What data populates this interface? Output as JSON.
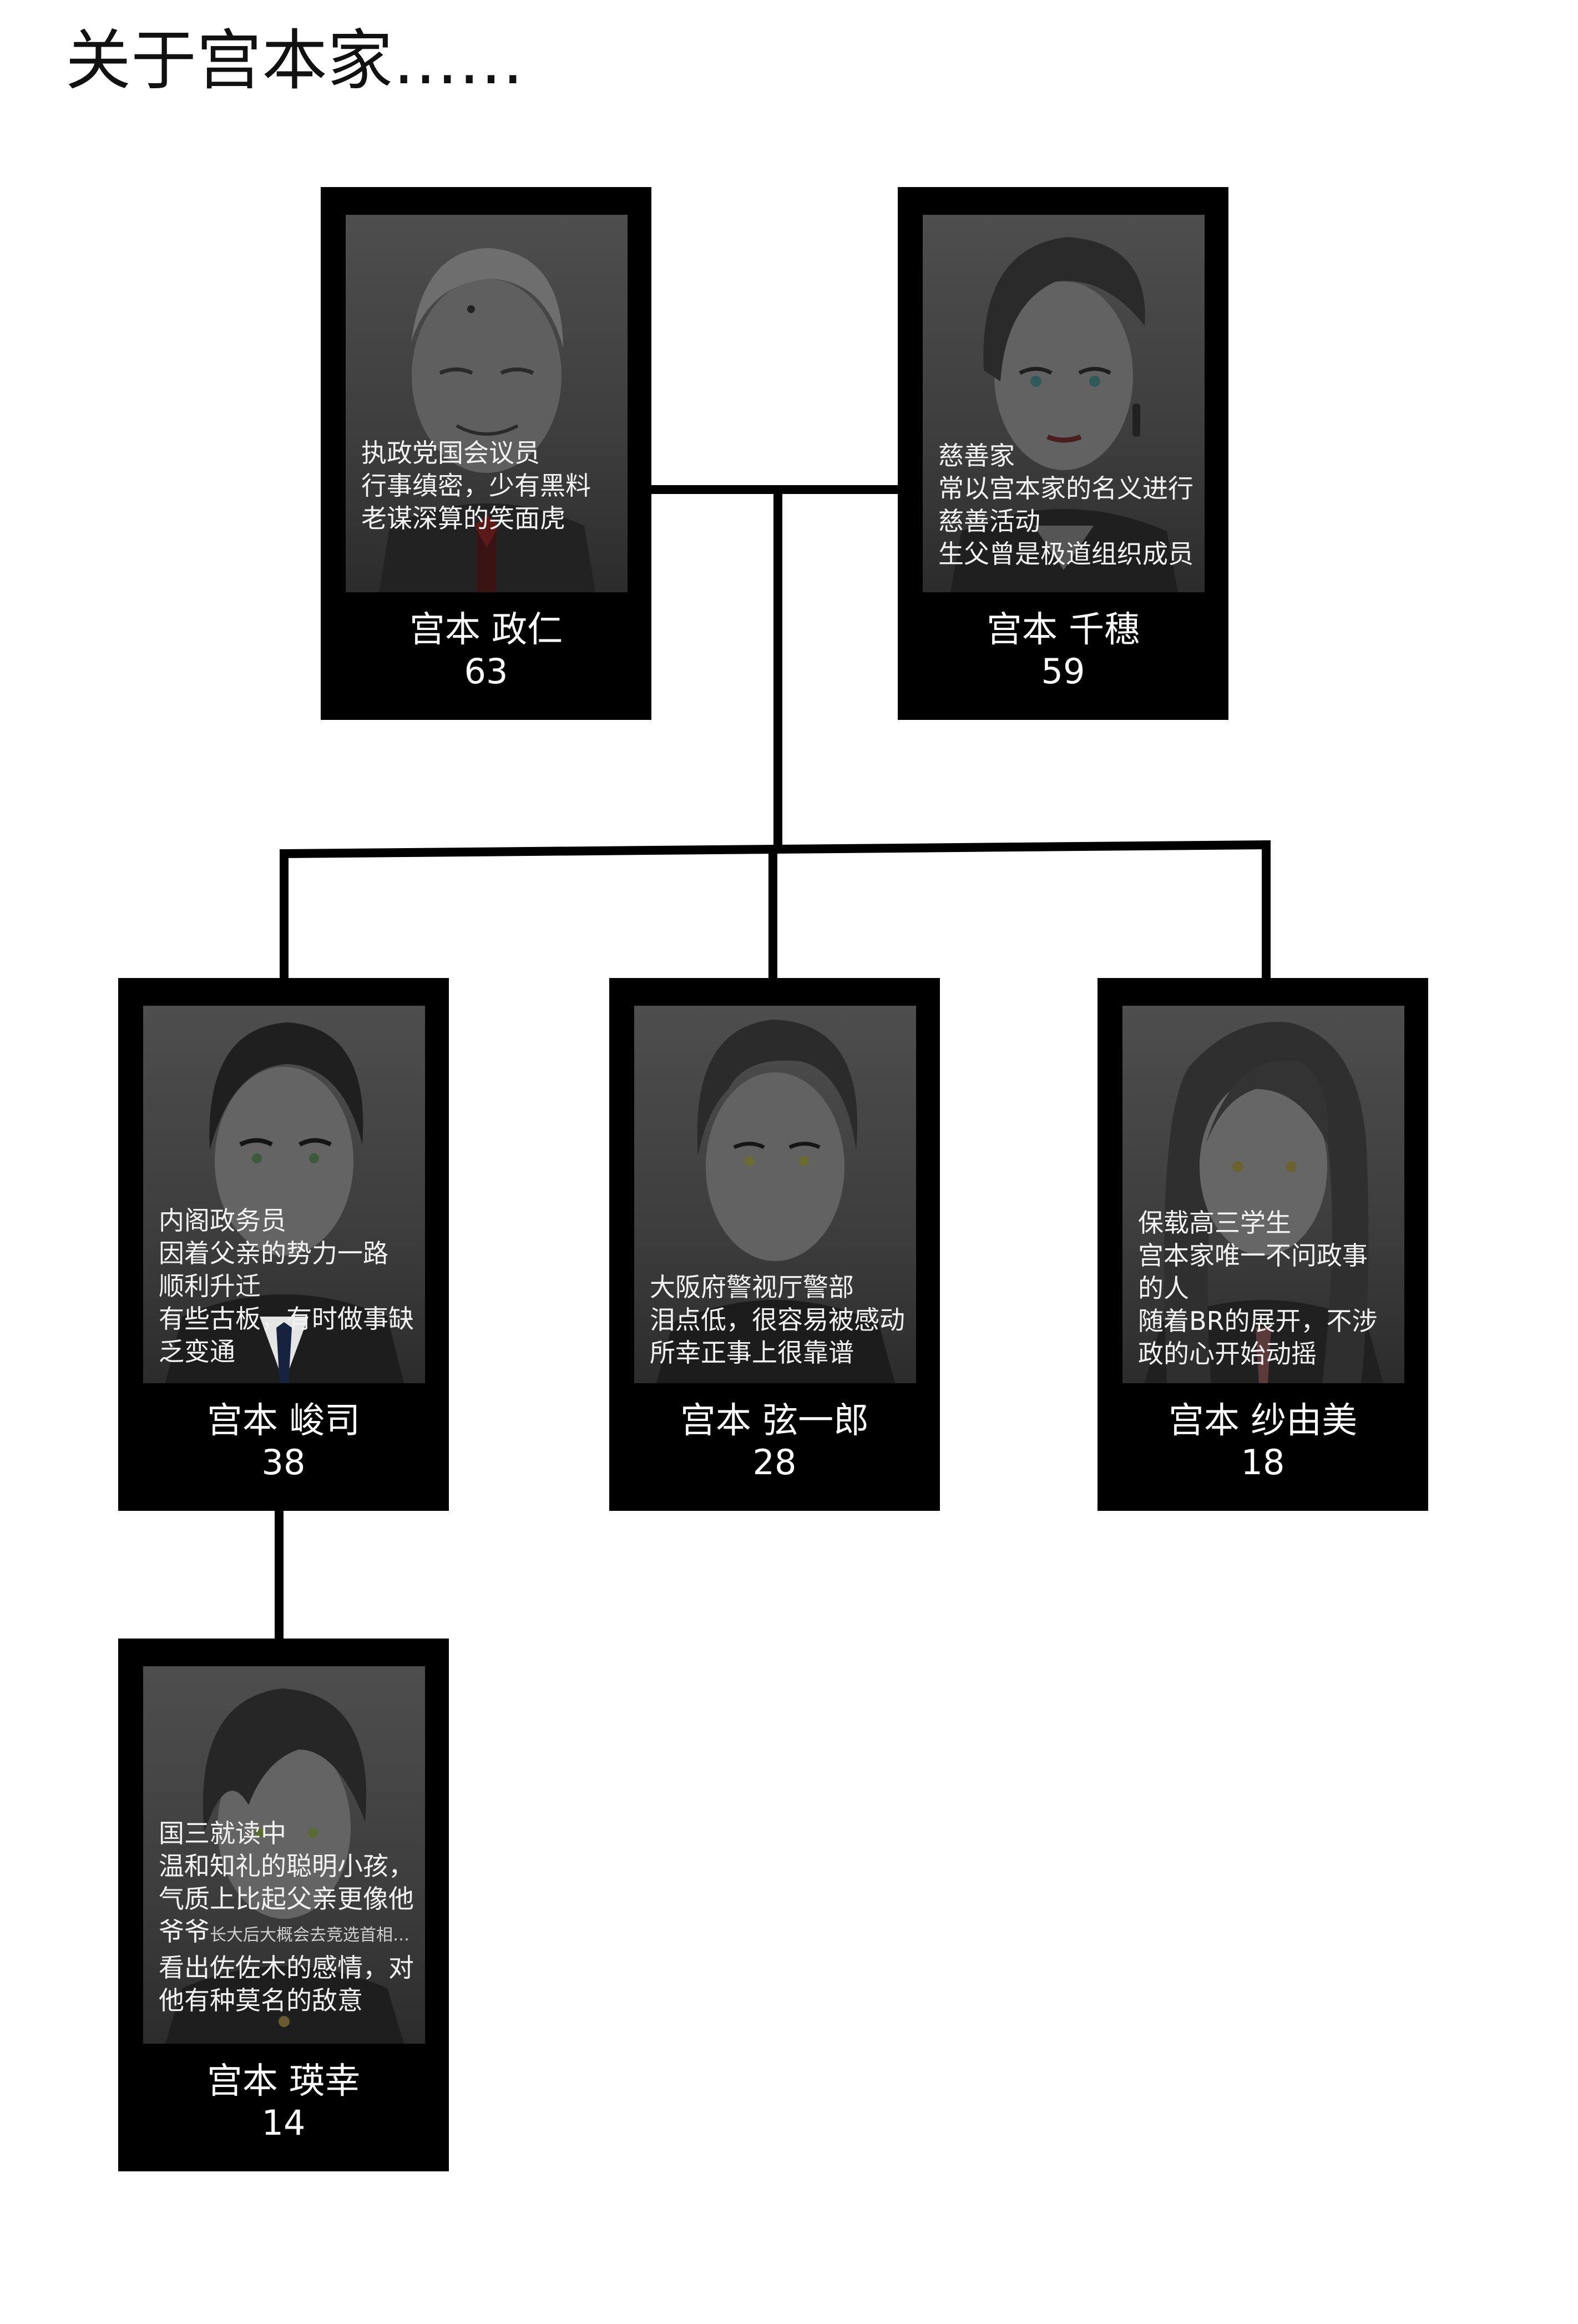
{
  "title": "关于宫本家……",
  "members": [
    {
      "id": "masahito",
      "name": "宫本 政仁",
      "age": "63",
      "desc": [
        "执政党国会议员",
        "行事缜密，少有黑料",
        "老谋深算的笑面虎"
      ]
    },
    {
      "id": "chiho",
      "name": "宫本 千穗",
      "age": "59",
      "desc": [
        "慈善家",
        "常以宫本家的名义进行",
        "慈善活动",
        "生父曾是极道组织成员"
      ]
    },
    {
      "id": "shunji",
      "name": "宫本 峻司",
      "age": "38",
      "desc": [
        "内阁政务员",
        "因着父亲的势力一路",
        "顺利升迁",
        "有些古板，有时做事缺",
        "乏变通"
      ]
    },
    {
      "id": "genichiro",
      "name": "宫本 弦一郎",
      "age": "28",
      "desc": [
        "大阪府警视厅警部",
        "泪点低，很容易被感动",
        "所幸正事上很靠谱"
      ]
    },
    {
      "id": "sayumi",
      "name": "宫本 纱由美",
      "age": "18",
      "desc": [
        "保载高三学生",
        "宫本家唯一不问政事",
        "的人",
        "随着BR的展开，不涉",
        "政的心开始动摇"
      ]
    },
    {
      "id": "eiko",
      "name": "宫本 瑛幸",
      "age": "14",
      "desc": [
        "国三就读中",
        "温和知礼的聪明小孩，",
        "气质上比起父亲更像他",
        "爷爷",
        "看出佐佐木的感情，对",
        "他有种莫名的敌意"
      ],
      "desc_aside": "长大后大概会去竞选首相…"
    }
  ],
  "colors": {
    "card": "#000000",
    "portrait": "#464646",
    "text": "#ffffff",
    "line": "#000000"
  }
}
